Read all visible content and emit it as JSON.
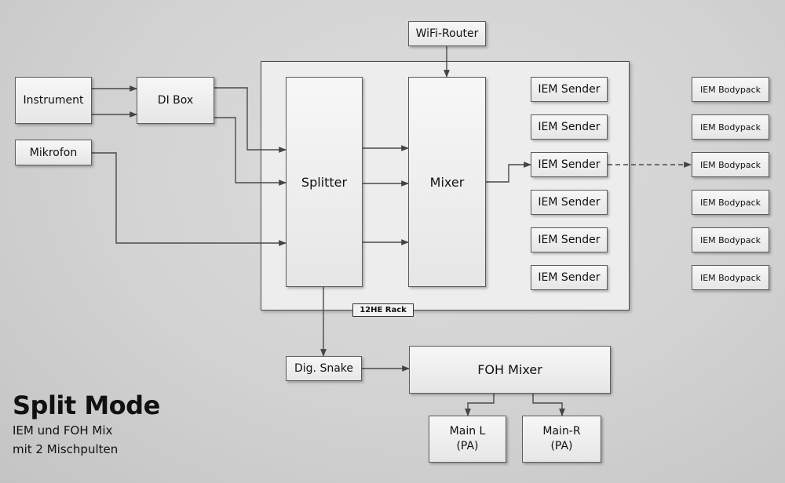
{
  "nodes": {
    "wifi_router": "WiFi-Router",
    "instrument": "Instrument",
    "di_box": "DI Box",
    "mikrofon": "Mikrofon",
    "splitter": "Splitter",
    "mixer": "Mixer",
    "iem_sender": [
      "IEM Sender",
      "IEM Sender",
      "IEM Sender",
      "IEM Sender",
      "IEM Sender",
      "IEM Sender"
    ],
    "iem_bodypack": [
      "IEM Bodypack",
      "IEM Bodypack",
      "IEM Bodypack",
      "IEM Bodypack",
      "IEM Bodypack",
      "IEM Bodypack"
    ],
    "rack_label": "12HE Rack",
    "dig_snake": "Dig. Snake",
    "foh_mixer": "FOH Mixer",
    "main_l": {
      "line1": "Main L",
      "line2": "(PA)"
    },
    "main_r": {
      "line1": "Main-R",
      "line2": "(PA)"
    }
  },
  "title": {
    "heading": "Split Mode",
    "line1": "IEM und FOH Mix",
    "line2": "mit 2 Mischpulten"
  }
}
